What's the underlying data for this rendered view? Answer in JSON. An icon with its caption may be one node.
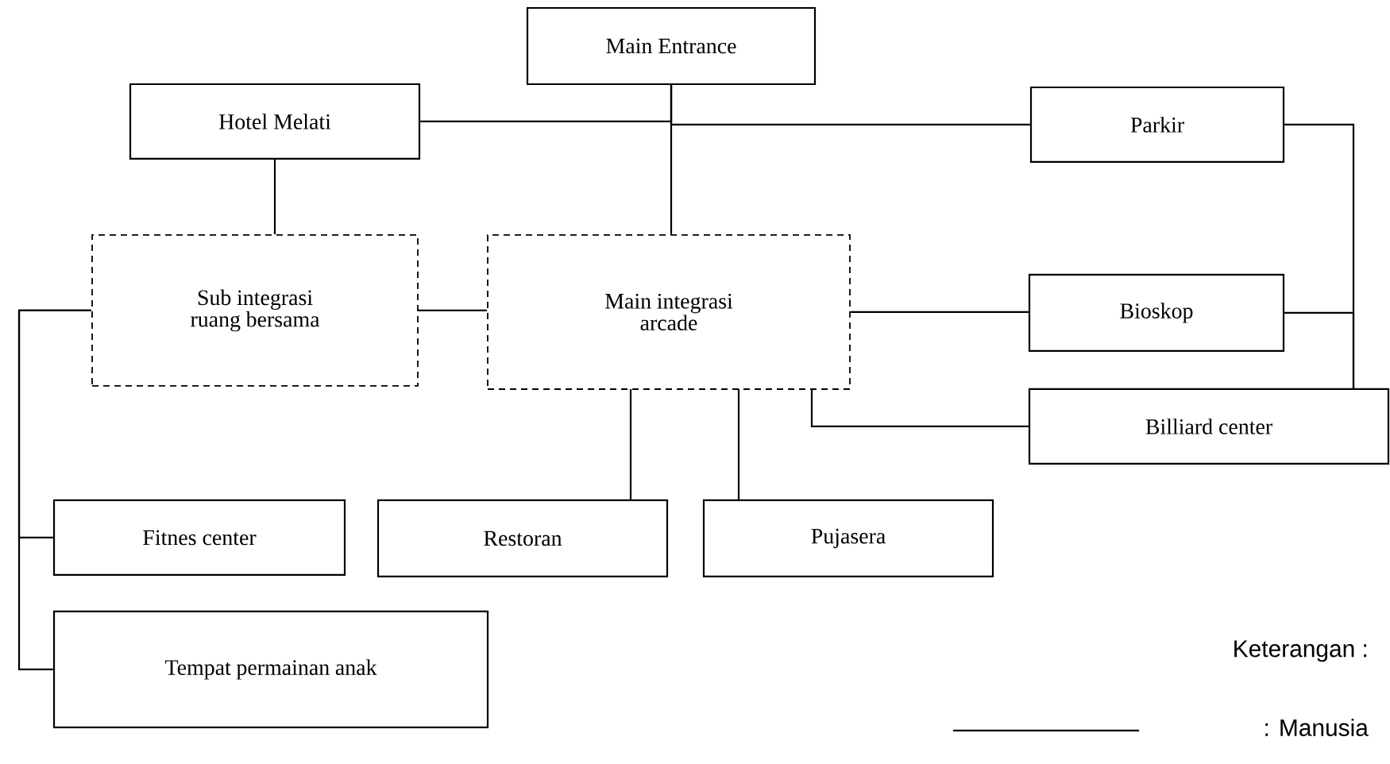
{
  "diagram": {
    "nodes": [
      {
        "text": [
          "Main Entrance"
        ]
      },
      {
        "text": [
          "Hotel Melati"
        ]
      },
      {
        "text": [
          "Parkir"
        ]
      },
      {
        "text": [
          "Sub integrasi ruang bersama"
        ]
      },
      {
        "text": [
          "Main integrasi arcade"
        ]
      },
      {
        "text": [
          "Bioskop"
        ]
      },
      {
        "text": [
          "Billiard center"
        ]
      },
      {
        "text": [
          "Fitnes center"
        ]
      },
      {
        "text": [
          "Restoran"
        ]
      },
      {
        "text": [
          "Pujasera"
        ]
      },
      {
        "text": [
          "Tempat permainan anak"
        ]
      }
    ],
    "edges": [
      {
        "from": 1,
        "to": 0,
        "arrow": "none"
      },
      {
        "from": 0,
        "to": 2,
        "arrow": "none"
      },
      {
        "from": 0,
        "to": 4,
        "arrow": "none"
      },
      {
        "from": 1,
        "to": 3,
        "arrow": "none"
      },
      {
        "from": 3,
        "to": 4,
        "arrow": "none"
      },
      {
        "from": 4,
        "to": 5,
        "arrow": "none"
      },
      {
        "from": 2,
        "to": 6,
        "arrow": "none"
      },
      {
        "from": 5,
        "to": 6,
        "arrow": "none"
      },
      {
        "from": 4,
        "to": 6,
        "arrow": "none"
      },
      {
        "from": 4,
        "to": 8,
        "arrow": "none"
      },
      {
        "from": 4,
        "to": 9,
        "arrow": "none"
      },
      {
        "from": 3,
        "to": 7,
        "arrow": "none"
      },
      {
        "from": 3,
        "to": 10,
        "arrow": "none"
      }
    ],
    "labels": [
      "Keterangan :"
    ],
    "legend": [
      {
        "text": ": Manusia"
      }
    ]
  }
}
